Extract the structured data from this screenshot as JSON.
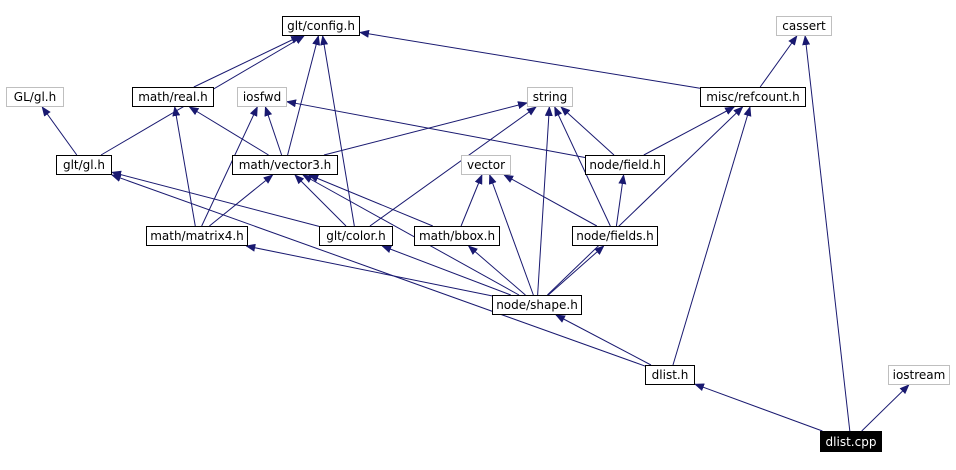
{
  "colors": {
    "edge": "#191970",
    "node_border": "#000000",
    "external_border": "#bfbfbf",
    "root_fill": "#000000",
    "root_text": "#ffffff"
  },
  "nodes": {
    "glt_config": "glt/config.h",
    "cassert": "cassert",
    "gl_gl": "GL/gl.h",
    "math_real": "math/real.h",
    "iosfwd": "iosfwd",
    "string": "string",
    "misc_refcount": "misc/refcount.h",
    "glt_gl": "glt/gl.h",
    "math_vector3": "math/vector3.h",
    "vector": "vector",
    "node_field": "node/field.h",
    "math_matrix4": "math/matrix4.h",
    "glt_color": "glt/color.h",
    "math_bbox": "math/bbox.h",
    "node_fields": "node/fields.h",
    "node_shape": "node/shape.h",
    "dlist": "dlist.h",
    "iostream": "iostream",
    "dlist_cpp": "dlist.cpp"
  },
  "edges": [
    [
      "glt_gl",
      "gl_gl"
    ],
    [
      "glt_gl",
      "glt_config"
    ],
    [
      "math_real",
      "glt_config"
    ],
    [
      "misc_refcount",
      "glt_config"
    ],
    [
      "misc_refcount",
      "cassert"
    ],
    [
      "math_vector3",
      "glt_config"
    ],
    [
      "math_vector3",
      "math_real"
    ],
    [
      "math_vector3",
      "iosfwd"
    ],
    [
      "math_vector3",
      "string"
    ],
    [
      "node_field",
      "string"
    ],
    [
      "node_field",
      "iosfwd"
    ],
    [
      "node_field",
      "misc_refcount"
    ],
    [
      "math_matrix4",
      "math_real"
    ],
    [
      "math_matrix4",
      "iosfwd"
    ],
    [
      "math_matrix4",
      "math_vector3"
    ],
    [
      "glt_color",
      "glt_config"
    ],
    [
      "glt_color",
      "glt_gl"
    ],
    [
      "glt_color",
      "math_vector3"
    ],
    [
      "glt_color",
      "string"
    ],
    [
      "math_bbox",
      "vector"
    ],
    [
      "math_bbox",
      "math_vector3"
    ],
    [
      "node_fields",
      "node_field"
    ],
    [
      "node_fields",
      "vector"
    ],
    [
      "node_fields",
      "string"
    ],
    [
      "node_shape",
      "math_matrix4"
    ],
    [
      "node_shape",
      "glt_color"
    ],
    [
      "node_shape",
      "math_bbox"
    ],
    [
      "node_shape",
      "node_fields"
    ],
    [
      "node_shape",
      "math_vector3"
    ],
    [
      "node_shape",
      "vector"
    ],
    [
      "node_shape",
      "string"
    ],
    [
      "node_shape",
      "misc_refcount"
    ],
    [
      "dlist",
      "node_shape"
    ],
    [
      "dlist",
      "glt_gl"
    ],
    [
      "dlist",
      "misc_refcount"
    ],
    [
      "dlist_cpp",
      "dlist"
    ],
    [
      "dlist_cpp",
      "iostream"
    ],
    [
      "dlist_cpp",
      "cassert"
    ]
  ]
}
